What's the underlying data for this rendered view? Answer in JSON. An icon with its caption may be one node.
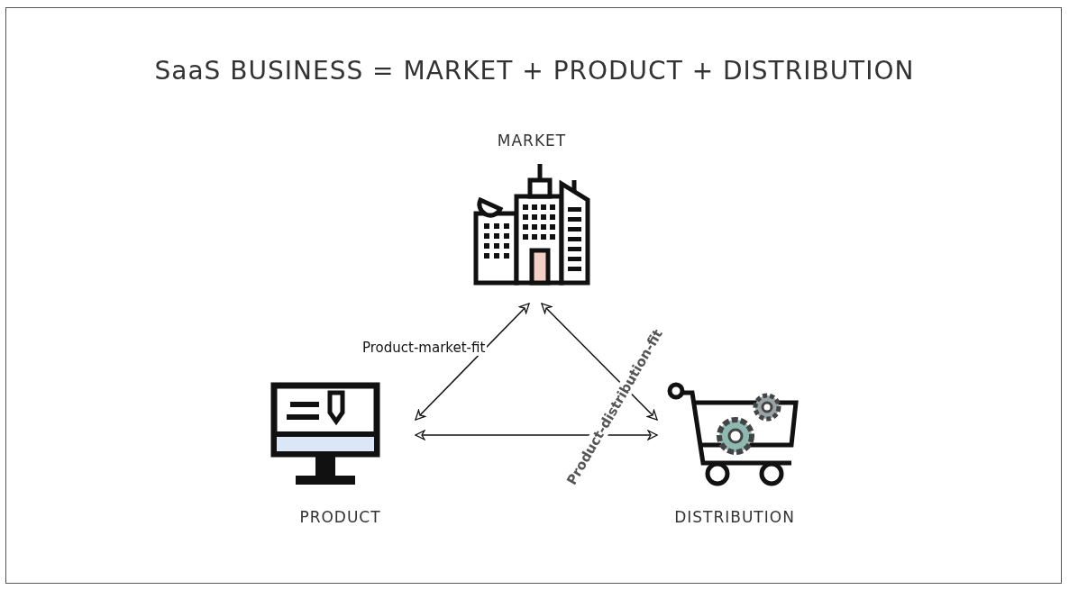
{
  "diagram": {
    "title": "SaaS BUSINESS = MARKET + PRODUCT + DISTRIBUTION",
    "nodes": [
      {
        "text": [
          "MARKET"
        ]
      },
      {
        "text": [
          "PRODUCT"
        ]
      },
      {
        "text": [
          "DISTRIBUTION"
        ]
      }
    ],
    "edges": [
      {
        "from": 0,
        "to": 1,
        "arrow": "both",
        "label": "Product-market-fit"
      },
      {
        "from": 0,
        "to": 2,
        "arrow": "both"
      },
      {
        "from": 1,
        "to": 2,
        "arrow": "both",
        "label": "Product-distribution-fit"
      }
    ]
  }
}
